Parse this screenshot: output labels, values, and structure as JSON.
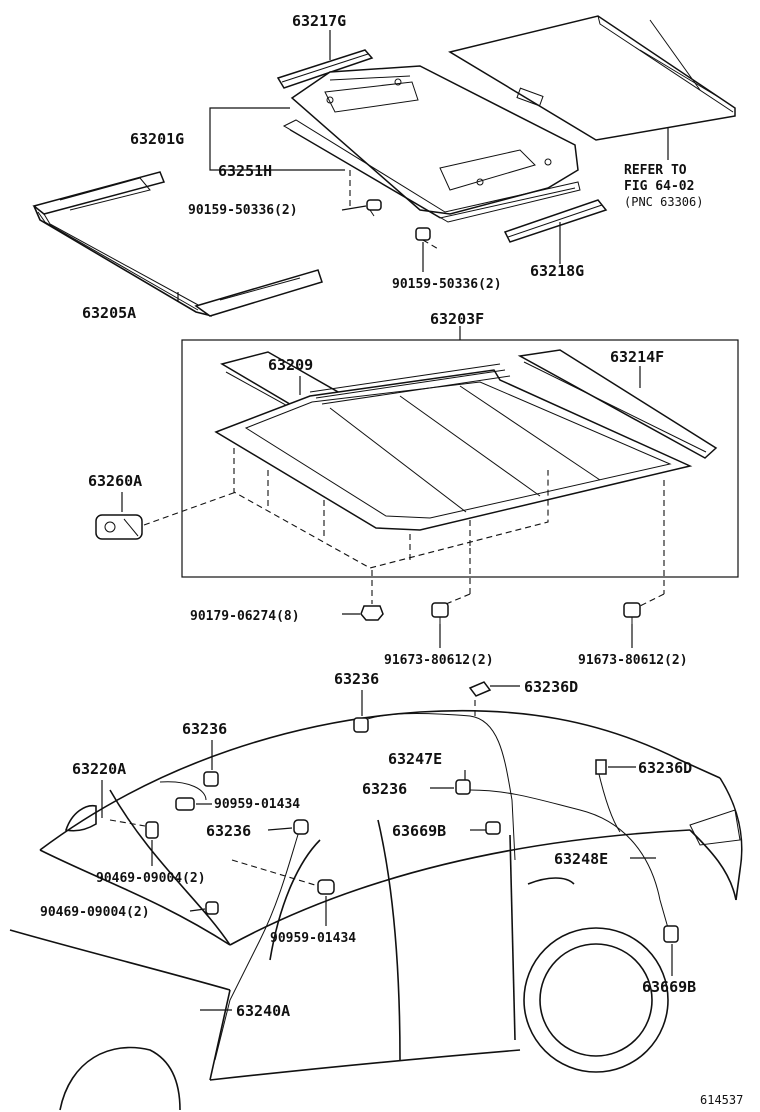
{
  "labels": {
    "p63217G": "63217G",
    "p63201G": "63201G",
    "p63251H": "63251H",
    "p90159a": "90159-50336(2)",
    "p90159b": "90159-50336(2)",
    "p63218G": "63218G",
    "p63205A": "63205A",
    "refer1": "REFER TO",
    "refer2": "FIG 64-02",
    "refer3": "(PNC 63306)",
    "p63203F": "63203F",
    "p63209": "63209",
    "p63214F": "63214F",
    "p63260A": "63260A",
    "p90179": "90179-06274(8)",
    "p91673a": "91673-80612(2)",
    "p91673b": "91673-80612(2)",
    "p63236a": "63236",
    "p63236D_a": "63236D",
    "p63236b": "63236",
    "p63220A": "63220A",
    "p63247E": "63247E",
    "p63236c": "63236",
    "p63236D_b": "63236D",
    "p90959a": "90959-01434",
    "p63236d": "63236",
    "p63669B_a": "63669B",
    "p63248E": "63248E",
    "p90469a": "90469-09004(2)",
    "p90469b": "90469-09004(2)",
    "p90959b": "90959-01434",
    "p63240A": "63240A",
    "p63669B_b": "63669B",
    "ref": "614537"
  }
}
